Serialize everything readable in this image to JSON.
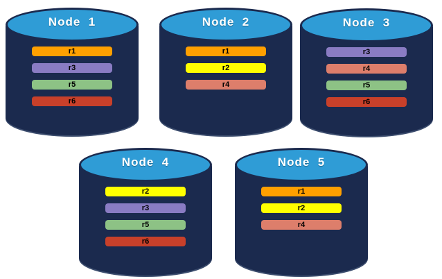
{
  "diagram": {
    "description": "Five database node cylinders showing replica placement",
    "colors": {
      "cylinder_body": "#1B2A4E",
      "cylinder_top": "#2F9CD6",
      "title_text": "#FFFFFF",
      "bar_text": "#000000",
      "replica_r1": "#FFA000",
      "replica_r2": "#FFFF00",
      "replica_r3": "#8A7CC3",
      "replica_r4": "#DD7E6B",
      "replica_r5": "#8DC285",
      "replica_r6": "#C8402A"
    },
    "nodes": [
      {
        "label": "Node  1",
        "replicas": [
          {
            "id": "r1",
            "color": "#FFA000"
          },
          {
            "id": "r3",
            "color": "#8A7CC3"
          },
          {
            "id": "r5",
            "color": "#8DC285"
          },
          {
            "id": "r6",
            "color": "#C8402A"
          }
        ]
      },
      {
        "label": "Node  2",
        "replicas": [
          {
            "id": "r1",
            "color": "#FFA000"
          },
          {
            "id": "r2",
            "color": "#FFFF00"
          },
          {
            "id": "r4",
            "color": "#DD7E6B"
          }
        ]
      },
      {
        "label": "Node  3",
        "replicas": [
          {
            "id": "r3",
            "color": "#8A7CC3"
          },
          {
            "id": "r4",
            "color": "#DD7E6B"
          },
          {
            "id": "r5",
            "color": "#8DC285"
          },
          {
            "id": "r6",
            "color": "#C8402A"
          }
        ]
      },
      {
        "label": "Node  4",
        "replicas": [
          {
            "id": "r2",
            "color": "#FFFF00"
          },
          {
            "id": "r3",
            "color": "#8A7CC3"
          },
          {
            "id": "r5",
            "color": "#8DC285"
          },
          {
            "id": "r6",
            "color": "#C8402A"
          }
        ]
      },
      {
        "label": "Node  5",
        "replicas": [
          {
            "id": "r1",
            "color": "#FFA000"
          },
          {
            "id": "r2",
            "color": "#FFFF00"
          },
          {
            "id": "r4",
            "color": "#DD7E6B"
          }
        ]
      }
    ]
  }
}
